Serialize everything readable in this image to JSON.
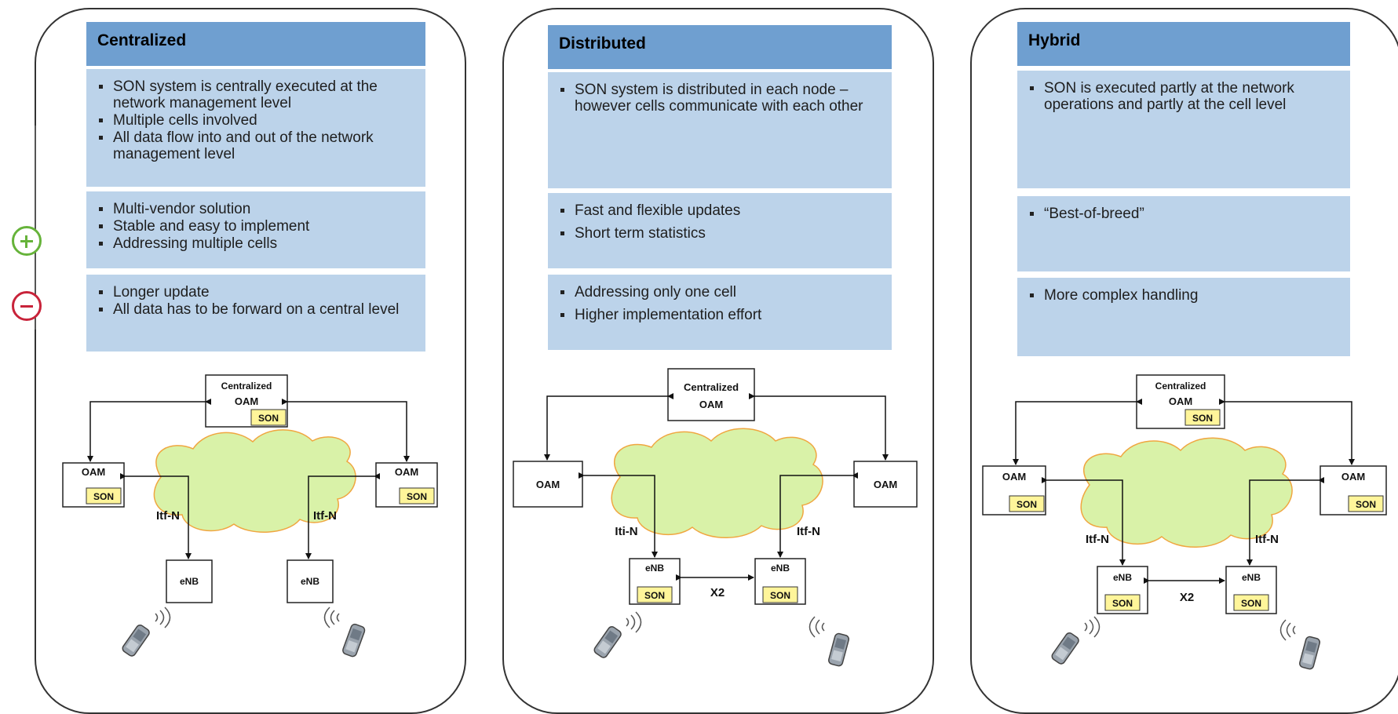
{
  "markers": {
    "pro": "plus",
    "con": "minus"
  },
  "panels": [
    {
      "title": "Centralized",
      "description": [
        "SON system is centrally executed at the network management level",
        "Multiple cells involved",
        "All data flow into and out of the network management level"
      ],
      "pros": [
        "Multi-vendor solution",
        "Stable and easy to implement",
        "Addressing multiple cells"
      ],
      "cons": [
        "Longer update",
        "All data has to be forward on a central level"
      ],
      "diagram": {
        "top_node": [
          "Centralized",
          "OAM"
        ],
        "oam_label": "OAM",
        "son_label": "SON",
        "interface_label": "Itf-N",
        "enb_label": "eNB"
      }
    },
    {
      "title": "Distributed",
      "description": [
        "SON system is distributed in each node – however cells communicate with each other"
      ],
      "pros": [
        "Fast and flexible updates",
        "Short term statistics"
      ],
      "cons": [
        "Addressing only one cell",
        "Higher implementation effort"
      ],
      "diagram": {
        "top_node": [
          "Centralized",
          "OAM"
        ],
        "oam_label": "OAM",
        "son_label": "SON",
        "interface_left": "Iti-N",
        "interface_right": "Itf-N",
        "enb_label": "eNB",
        "link_label": "X2"
      }
    },
    {
      "title": "Hybrid",
      "description": [
        "SON is executed partly at the network operations and partly at the cell level"
      ],
      "pros": [
        "“Best-of-breed”"
      ],
      "cons": [
        "More complex handling"
      ],
      "diagram": {
        "top_node": [
          "Centralized",
          "OAM"
        ],
        "oam_label": "OAM",
        "son_label": "SON",
        "interface_label": "Itf-N",
        "enb_label": "eNB",
        "link_label": "X2"
      }
    }
  ]
}
